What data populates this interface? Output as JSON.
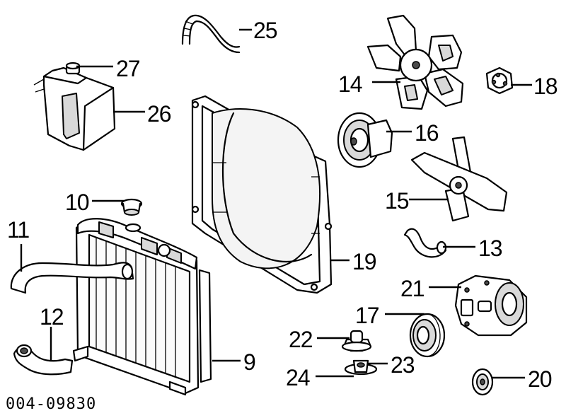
{
  "diagram_id": "004-09830",
  "parts": {
    "p9": "9",
    "p10": "10",
    "p11": "11",
    "p12": "12",
    "p13": "13",
    "p14": "14",
    "p15": "15",
    "p16": "16",
    "p17": "17",
    "p18": "18",
    "p19": "19",
    "p20": "20",
    "p21": "21",
    "p22": "22",
    "p23": "23",
    "p24": "24",
    "p25": "25",
    "p26": "26",
    "p27": "27"
  }
}
